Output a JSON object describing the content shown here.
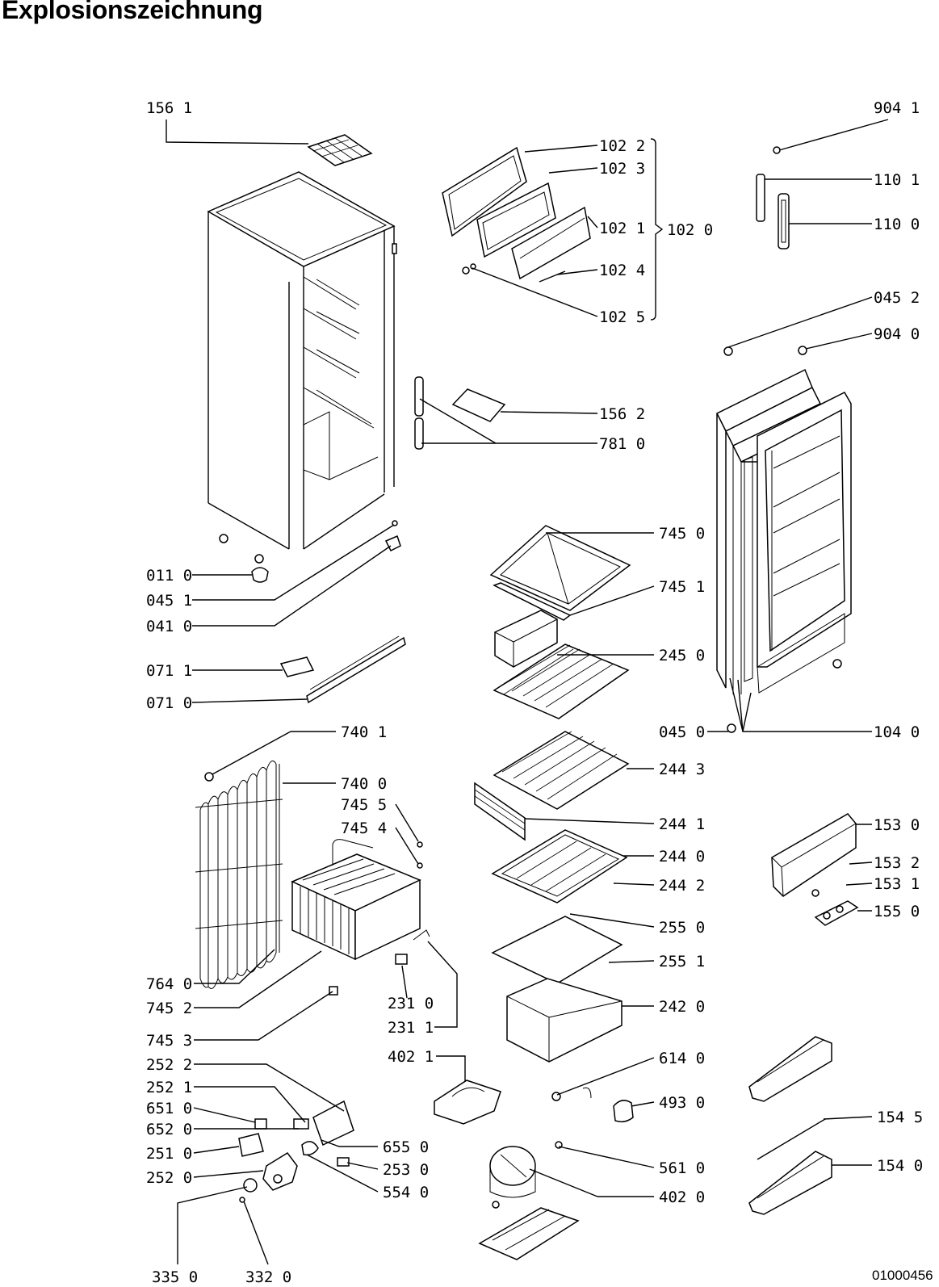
{
  "title": "Explosionszeichnung",
  "document_number": "01000456",
  "part_labels": [
    "156 1",
    "904 1",
    "102 2",
    "102 3",
    "102 1",
    "102 0",
    "102 4",
    "102 5",
    "110 1",
    "110 0",
    "045 2",
    "904 0",
    "156 2",
    "781 0",
    "011 0",
    "045 1",
    "041 0",
    "071 1",
    "071 0",
    "745 0",
    "745 1",
    "245 0",
    "045 0",
    "104 0",
    "740 1",
    "740 0",
    "745 5",
    "745 4",
    "244 3",
    "244 1",
    "244 0",
    "244 2",
    "153 0",
    "153 2",
    "153 1",
    "155 0",
    "255 0",
    "255 1",
    "764 0",
    "745 2",
    "231 0",
    "231 1",
    "242 0",
    "745 3",
    "402 1",
    "614 0",
    "252 2",
    "252 1",
    "493 0",
    "651 0",
    "652 0",
    "154 5",
    "655 0",
    "251 0",
    "253 0",
    "561 0",
    "154 0",
    "252 0",
    "554 0",
    "402 0",
    "335 0",
    "332 0"
  ]
}
